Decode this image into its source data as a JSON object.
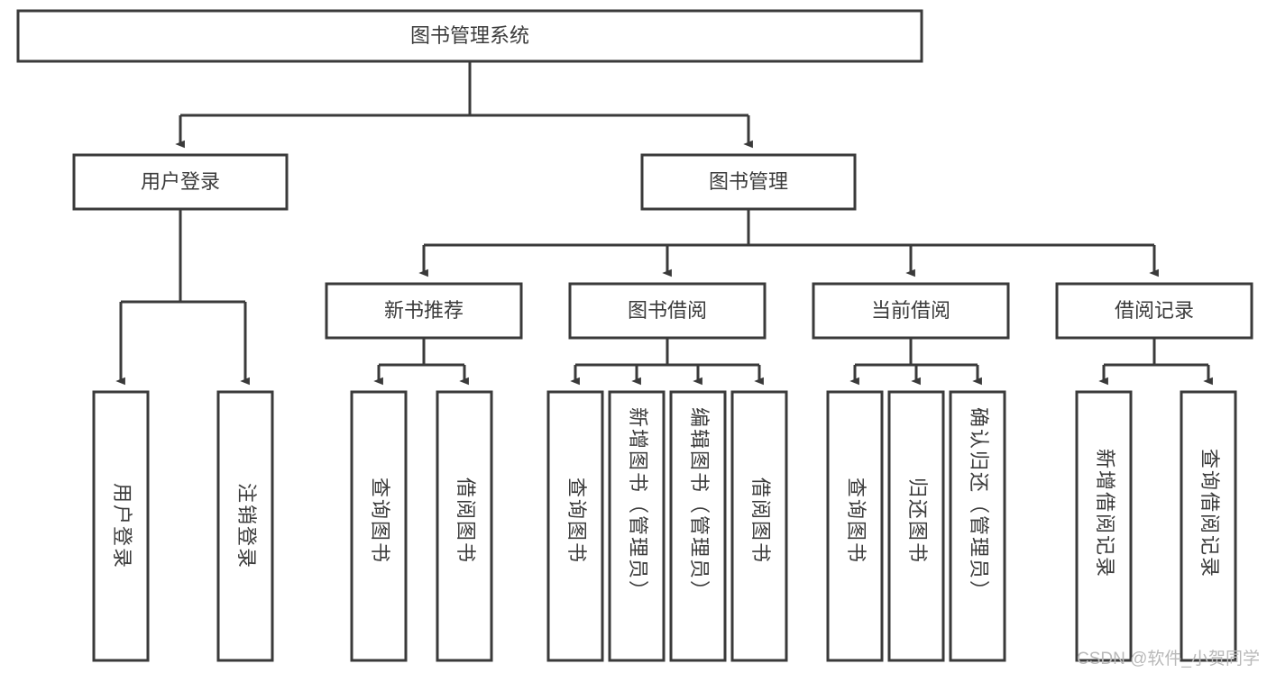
{
  "diagram": {
    "type": "tree",
    "title": "图书管理系统",
    "orientation": "top-down",
    "watermark": "CSDN @软件_小贺同学",
    "colors": {
      "stroke": "#3a3a3a",
      "fill": "#ffffff",
      "text": "#3b3b3b",
      "watermark": "#b9b9b9"
    },
    "nodes": {
      "root": {
        "label": "图书管理系统",
        "level": 1
      },
      "n_user_login": {
        "label": "用户登录",
        "level": 2
      },
      "n_book_manage": {
        "label": "图书管理",
        "level": 2
      },
      "n_new_book": {
        "label": "新书推荐",
        "level": 3
      },
      "n_borrow": {
        "label": "图书借阅",
        "level": 3
      },
      "n_current": {
        "label": "当前借阅",
        "level": 3
      },
      "n_record": {
        "label": "借阅记录",
        "level": 3
      },
      "l_user_login": {
        "label": "用户登录",
        "level": 4
      },
      "l_logout": {
        "label": "注销登录",
        "level": 4
      },
      "l_query_book_1": {
        "label": "查询图书",
        "level": 4
      },
      "l_borrow_book_1": {
        "label": "借阅图书",
        "level": 4
      },
      "l_query_book_2": {
        "label": "查询图书",
        "level": 4
      },
      "l_add_book": {
        "label": "新增图书（管理员）",
        "level": 4
      },
      "l_edit_book": {
        "label": "编辑图书（管理员）",
        "level": 4
      },
      "l_borrow_book_2": {
        "label": "借阅图书",
        "level": 4
      },
      "l_query_book_3": {
        "label": "查询图书",
        "level": 4
      },
      "l_return_book": {
        "label": "归还图书",
        "level": 4
      },
      "l_confirm_return": {
        "label": "确认归还（管理员）",
        "level": 4
      },
      "l_add_record": {
        "label": "新增借阅记录",
        "level": 4
      },
      "l_query_record": {
        "label": "查询借阅记录",
        "level": 4
      }
    },
    "edges": [
      {
        "from": "root",
        "to": "n_user_login"
      },
      {
        "from": "root",
        "to": "n_book_manage"
      },
      {
        "from": "n_user_login",
        "to": "l_user_login"
      },
      {
        "from": "n_user_login",
        "to": "l_logout"
      },
      {
        "from": "n_book_manage",
        "to": "n_new_book"
      },
      {
        "from": "n_book_manage",
        "to": "n_borrow"
      },
      {
        "from": "n_book_manage",
        "to": "n_current"
      },
      {
        "from": "n_book_manage",
        "to": "n_record"
      },
      {
        "from": "n_new_book",
        "to": "l_query_book_1"
      },
      {
        "from": "n_new_book",
        "to": "l_borrow_book_1"
      },
      {
        "from": "n_borrow",
        "to": "l_query_book_2"
      },
      {
        "from": "n_borrow",
        "to": "l_add_book"
      },
      {
        "from": "n_borrow",
        "to": "l_edit_book"
      },
      {
        "from": "n_borrow",
        "to": "l_borrow_book_2"
      },
      {
        "from": "n_current",
        "to": "l_query_book_3"
      },
      {
        "from": "n_current",
        "to": "l_return_book"
      },
      {
        "from": "n_current",
        "to": "l_confirm_return"
      },
      {
        "from": "n_record",
        "to": "l_add_record"
      },
      {
        "from": "n_record",
        "to": "l_query_record"
      }
    ]
  }
}
